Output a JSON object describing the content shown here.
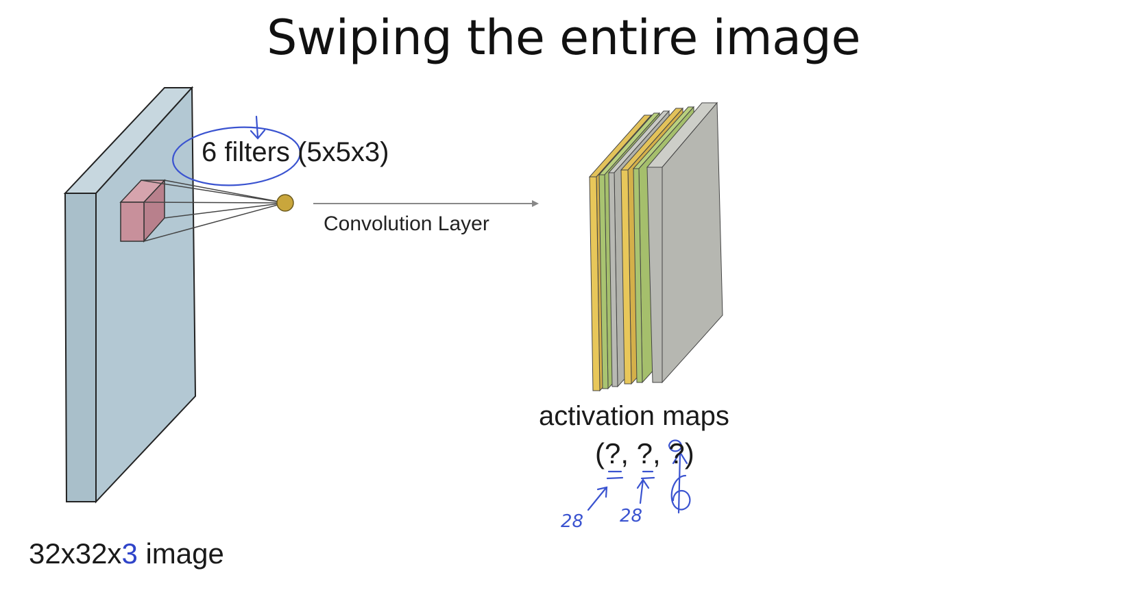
{
  "slide": {
    "title": "Swiping the entire image"
  },
  "labels": {
    "filters": "6 filters",
    "filter_size": " (5x5x3)",
    "convolution_layer": "Convolution Layer",
    "activation_maps": "activation maps",
    "activation_dims": "(?, ?, ?)",
    "image_dims_prefix": "32x32x",
    "image_channels": "3",
    "image_suffix": " image"
  },
  "annotations": {
    "dim1": "28",
    "dim2": "28",
    "dim3": "6"
  },
  "colors": {
    "annotation_ink": "#3a53d0",
    "image_face": "#b9ccd6",
    "image_side": "#a9bec9",
    "filter_cube": "#c48792",
    "neuron": "#c9a63c",
    "map_yellow": "#e8c75a",
    "map_green": "#a9c471",
    "map_gray": "#b8b9b3"
  }
}
